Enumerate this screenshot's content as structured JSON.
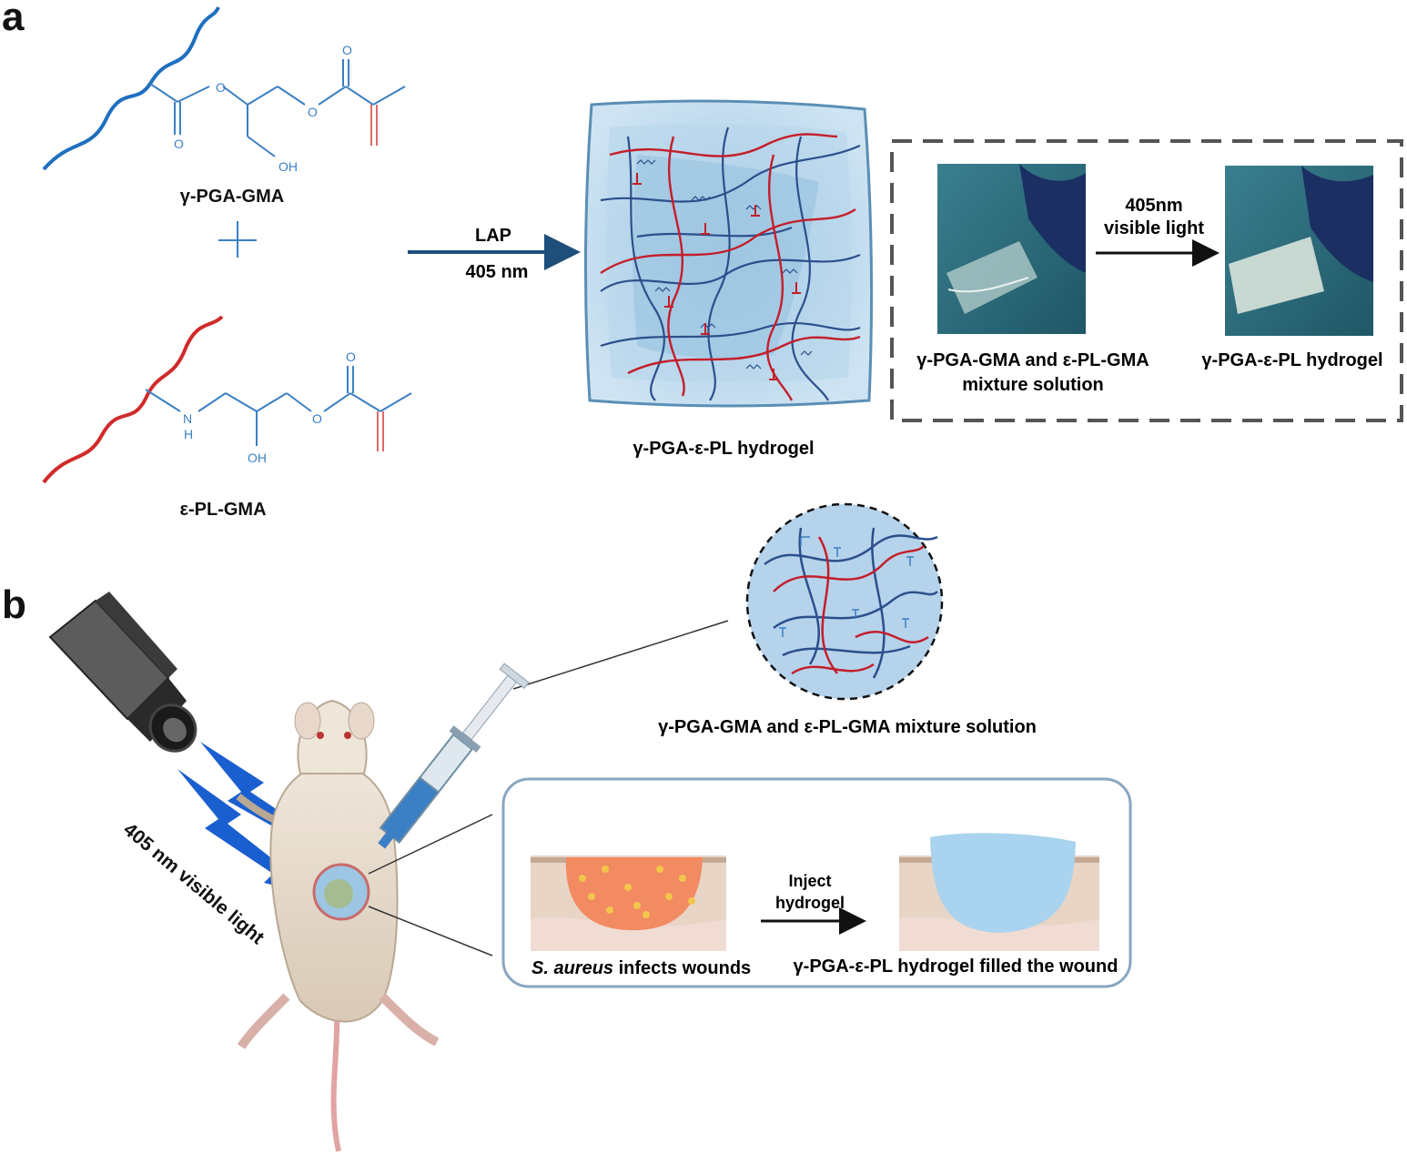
{
  "panel_a": {
    "letter": "a",
    "monomer1": {
      "name": "γ-PGA-GMA",
      "O1": "O",
      "O2": "O",
      "O3": "O",
      "O4": "O",
      "OH": "OH"
    },
    "monomer2": {
      "name": "ε-PL-GMA",
      "N": "N",
      "H": "H",
      "O1": "O",
      "O2": "O",
      "OH": "OH"
    },
    "reaction": {
      "reagent": "LAP",
      "condition": "405 nm"
    },
    "product_label": "γ-PGA-ε-PL hydrogel",
    "inset": {
      "arrow_label_line1": "405nm",
      "arrow_label_line2": "visible light",
      "left_caption_line1": "γ-PGA-GMA and ε-PL-GMA",
      "left_caption_line2": "mixture solution",
      "right_caption": "γ-PGA-ε-PL hydrogel"
    }
  },
  "panel_b": {
    "letter": "b",
    "light_label": "405 nm visible light",
    "circle_caption": "γ-PGA-GMA and ε-PL-GMA mixture solution",
    "wound_box": {
      "arrow_line1": "Inject",
      "arrow_line2": "hydrogel",
      "left_caption_italic": "S. aureus",
      "left_caption_rest": " infects wounds",
      "right_caption": "γ-PGA-ε-PL hydrogel filled the wound"
    }
  },
  "colors": {
    "blue_chain": "#1f6fbf",
    "red_chain": "#d02a2a",
    "struct_blue": "#3b7fc4",
    "pink_bond": "#e06a6a",
    "arrow_navy": "#1e4f7a",
    "gel_blue": "#a9cde6"
  }
}
